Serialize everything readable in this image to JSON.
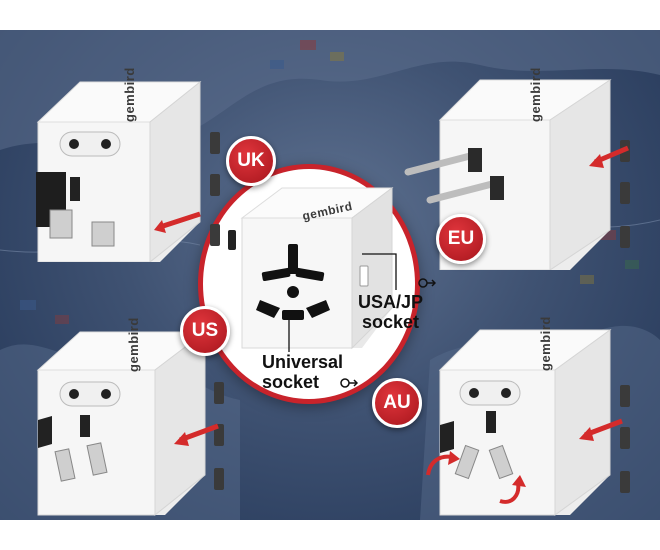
{
  "badges": {
    "uk": "UK",
    "eu": "EU",
    "us": "US",
    "au": "AU"
  },
  "brand": "gembird",
  "labels": {
    "usa_jp_line1": "USA/JP",
    "usa_jp_line2": "socket",
    "universal_line1": "Universal",
    "universal_line2": "socket"
  },
  "colors": {
    "accent": "#c8232b",
    "background": "#3f5272",
    "adapter": "#f4f4f4"
  }
}
